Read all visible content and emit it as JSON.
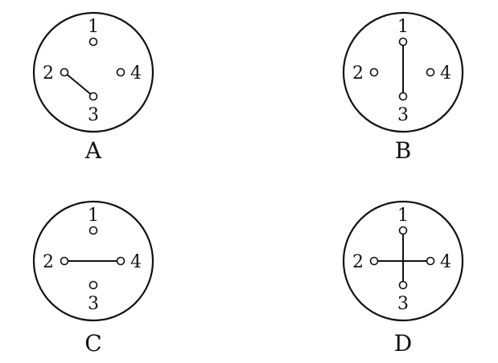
{
  "diagrams": [
    {
      "label": "A",
      "terminals": [
        "1",
        "2",
        "3",
        "4"
      ],
      "connections": [
        [
          "2",
          "3"
        ]
      ]
    },
    {
      "label": "B",
      "terminals": [
        "1",
        "2",
        "3",
        "4"
      ],
      "connections": [
        [
          "1",
          "3"
        ]
      ]
    },
    {
      "label": "C",
      "terminals": [
        "1",
        "2",
        "3",
        "4"
      ],
      "connections": [
        [
          "2",
          "4"
        ]
      ]
    },
    {
      "label": "D",
      "terminals": [
        "1",
        "2",
        "3",
        "4"
      ],
      "connections": [
        [
          "1",
          "3"
        ],
        [
          "2",
          "4"
        ]
      ]
    }
  ]
}
